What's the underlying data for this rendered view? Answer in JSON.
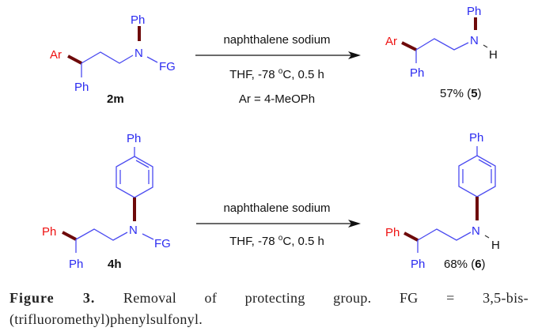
{
  "colors": {
    "bond": "#4a4af0",
    "atom_blue": "#2b2bf0",
    "atom_red": "#ee1111",
    "wedge": "#6e0a0a"
  },
  "reaction1": {
    "reactant": {
      "ar": "Ar",
      "ph_n": "Ph",
      "n": "N",
      "fg": "FG",
      "ph_c": "Ph",
      "label": "2m"
    },
    "conditions": {
      "above": "naphthalene sodium",
      "below_1": "THF, -78 ",
      "deg": "o",
      "below_2": "C, 0.5 h",
      "note": "Ar = 4-MeOPh"
    },
    "product": {
      "ar": "Ar",
      "ph_n": "Ph",
      "n": "N",
      "h": "H",
      "ph_c": "Ph",
      "yield": "57% (",
      "compound": "5",
      "close": ")"
    }
  },
  "reaction2": {
    "reactant": {
      "ph_red": "Ph",
      "ph_top": "Ph",
      "n": "N",
      "fg": "FG",
      "ph_c": "Ph",
      "label": "4h"
    },
    "conditions": {
      "above": "naphthalene sodium",
      "below_1": "THF, -78 ",
      "deg": "o",
      "below_2": "C, 0.5 h"
    },
    "product": {
      "ph_red": "Ph",
      "ph_top": "Ph",
      "n": "N",
      "h": "H",
      "ph_c": "Ph",
      "yield": "68% (",
      "compound": "6",
      "close": ")"
    }
  },
  "caption": {
    "label": "Figure 3.",
    "line1": "Removal of protecting group. FG = 3,5-bis-",
    "line2": "(trifluoromethyl)phenylsulfonyl."
  }
}
